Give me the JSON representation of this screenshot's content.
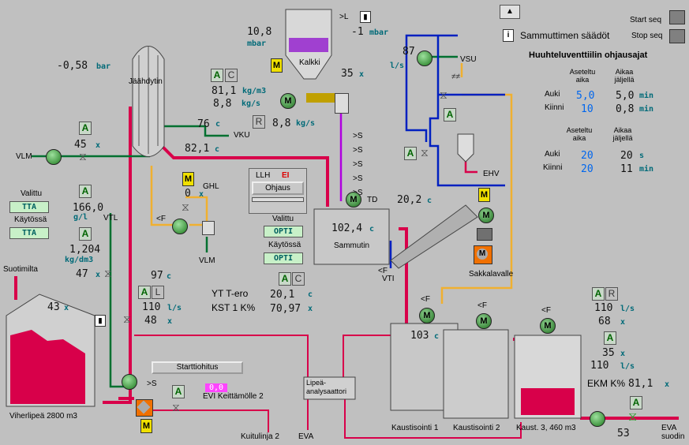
{
  "top": {
    "start_seq_label": "Start seq",
    "stop_seq_label": "Stop seq",
    "extinguisher_info": "Sammuttimen säädöt",
    "info_icon": "i"
  },
  "flush": {
    "title": "Huuhteluventtiilin ohjausajat",
    "col1": "Aseteltu aika",
    "col2": "Aikaa jäljellä",
    "group1": [
      {
        "label": "Auki",
        "set": "5,0",
        "left": "5,0",
        "unit": "min"
      },
      {
        "label": "Kiinni",
        "set": "10",
        "left": "0,8",
        "unit": "min"
      }
    ],
    "group2": [
      {
        "label": "Auki",
        "set": "20",
        "left": "20",
        "unit": "s"
      },
      {
        "label": "Kiinni",
        "set": "20",
        "left": "11",
        "unit": "min"
      }
    ]
  },
  "cooler": {
    "pressure": "-0,58",
    "pressure_unit": "bar",
    "name": "Jäähdytin",
    "t_out": "76",
    "t_out_unit": "c",
    "vku": "VKU",
    "t2": "82,1",
    "t2_unit": "c"
  },
  "lime": {
    "press_left": "10,8",
    "press_left_unit": "mbar",
    "press_right": "-1",
    "press_right_unit": "mbar",
    "name": "Kalkki",
    "level_unit": "x",
    "level": "35",
    "l_marker": ">L",
    "density": "81,1",
    "density_unit": "kg/m3",
    "flow1": "8,8",
    "flow1_unit": "kg/s",
    "flow2": "8,8",
    "flow2_unit": "kg/s",
    "r_label": "R",
    "s_markers": [
      ">S",
      ">S",
      ">S",
      ">S",
      ">S"
    ]
  },
  "vsu": {
    "flow": "87",
    "flow_unit": "l/s",
    "label": "VSU"
  },
  "vlm": {
    "label": "VLM",
    "pct": "45",
    "pct_unit": "x",
    "a": "A"
  },
  "ghl": {
    "label": "GHL",
    "val": "0",
    "unit": "x",
    "vlm2": "VLM",
    "f": "<F"
  },
  "tta": {
    "valittu": "Valittu",
    "valittu_val": "TTA",
    "kaytossa": "Käytössä",
    "kaytossa_val": "TTA"
  },
  "meas_left": {
    "g_val": "166,0",
    "g_unit": "g/l",
    "d_val": "1,204",
    "d_unit": "kg/dm3",
    "pct": "47",
    "pct_unit": "x",
    "vtl": "VTL"
  },
  "storage": {
    "in_label": "Suotimilta",
    "level": "43",
    "level_unit": "x",
    "name": "Viherlipeä 2800 m3"
  },
  "flow_mid": {
    "t": "97",
    "t_unit": "c",
    "f1": "110",
    "f1_unit": "l/s",
    "f2": "48",
    "f2_unit": "x",
    "a": "A",
    "l": "L"
  },
  "slaker": {
    "llh": "LLH",
    "ei": "EI",
    "ohjaus": "Ohjaus",
    "valittu": "Valittu",
    "valittu_val": "OPTI",
    "kaytossa": "Käytössä",
    "kaytossa_val": "OPTI",
    "td": "TD",
    "t_td": "20,2",
    "t_td_unit": "c",
    "temp": "102,4",
    "temp_unit": "c",
    "name": "Sammutin",
    "yt_label": "YT T-ero",
    "yt_val": "20,1",
    "yt_unit": "c",
    "kst_label": "KST 1 K%",
    "kst_val": "70,97",
    "kst_unit": "x",
    "vti": "VTI",
    "f": "<F"
  },
  "classifier": {
    "ehv": "EHV",
    "sakka": "Sakkalavalle"
  },
  "startup": {
    "btn": "Starttiohitus",
    "evi_val": "0,0",
    "evi_label": "EVI Keittämölle 2",
    "kuitulinja": "Kuitulinja 2",
    "analyser": "Lipeä-analysaattori",
    "eva": "EVA",
    "s": ">S"
  },
  "causticizer": {
    "k1": "Kaustisointi 1",
    "k1_temp": "103",
    "k1_temp_unit": "c",
    "k2": "Kaustisointi 2",
    "k3": "Kaust. 3, 460 m3",
    "f": "<F"
  },
  "right_meas": {
    "f1": "110",
    "f1_unit": "l/s",
    "p1": "68",
    "p1_unit": "x",
    "p2": "35",
    "p2_unit": "x",
    "f2": "110",
    "f2_unit": "l/s",
    "ekm_label": "EKM K%",
    "ekm_val": "81,1",
    "ekm_unit": "x",
    "out_pct": "53",
    "eva_out": "EVA suodin",
    "a": "A",
    "r": "R"
  },
  "colors": {
    "liquor": "#d8004a",
    "green": "#007030",
    "blue": "#0020c0",
    "orange": "#f0b030",
    "purple": "#b000e0"
  }
}
